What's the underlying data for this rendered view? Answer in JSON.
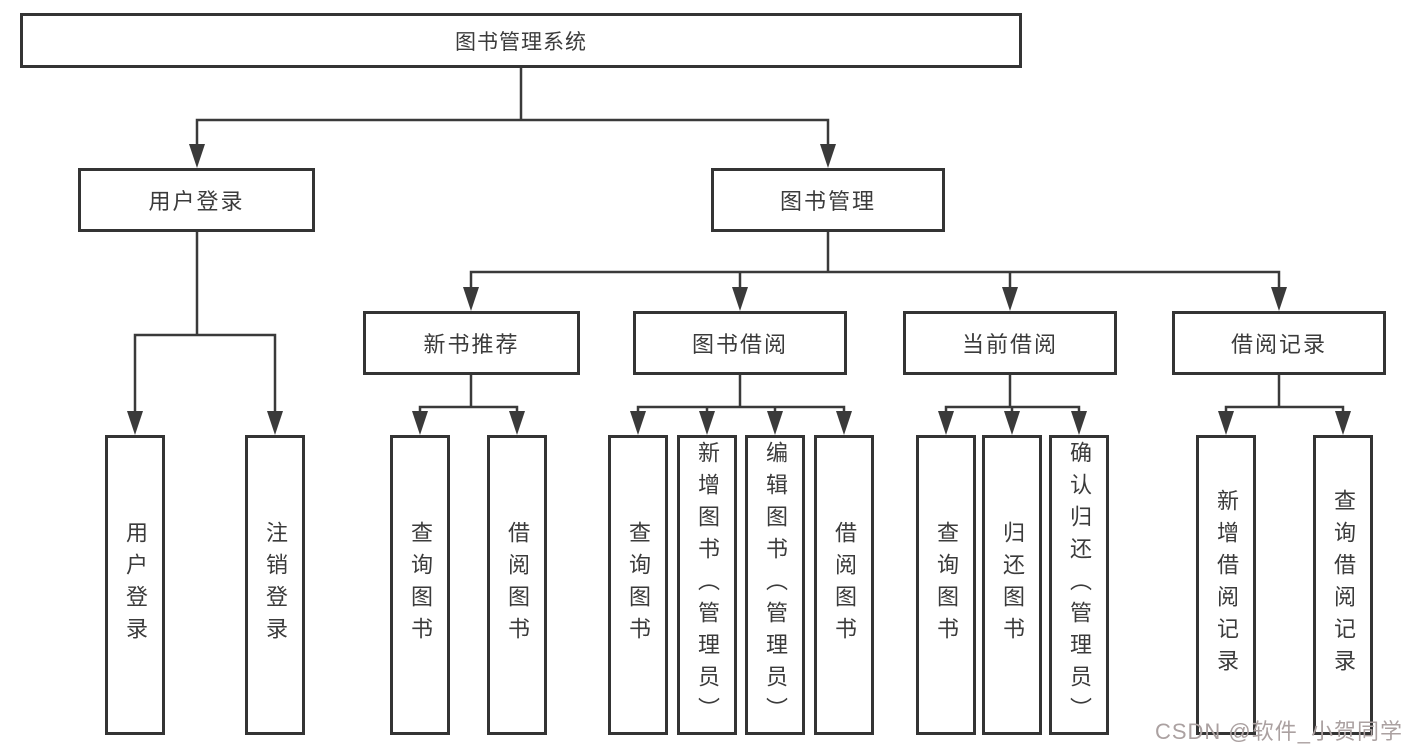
{
  "diagram": {
    "root": {
      "label": "图书管理系统"
    },
    "branches": [
      {
        "label": "用户登录",
        "children": [
          {
            "label": "用户登录"
          },
          {
            "label": "注销登录"
          }
        ]
      },
      {
        "label": "图书管理",
        "children": [
          {
            "label": "新书推荐",
            "children": [
              {
                "label": "查询图书"
              },
              {
                "label": "借阅图书"
              }
            ]
          },
          {
            "label": "图书借阅",
            "children": [
              {
                "label": "查询图书"
              },
              {
                "label": "新增图书（管理员）"
              },
              {
                "label": "编辑图书（管理员）"
              },
              {
                "label": "借阅图书"
              }
            ]
          },
          {
            "label": "当前借阅",
            "children": [
              {
                "label": "查询图书"
              },
              {
                "label": "归还图书"
              },
              {
                "label": "确认归还（管理员）"
              }
            ]
          },
          {
            "label": "借阅记录",
            "children": [
              {
                "label": "新增借阅记录"
              },
              {
                "label": "查询借阅记录"
              }
            ]
          }
        ]
      }
    ]
  },
  "watermark": {
    "text": "CSDN @软件_小贺同学",
    "color": "#aba1a1"
  },
  "colors": {
    "background": "#ffffff",
    "box_border": "#343434",
    "connector_line": "#3a3a3a",
    "text": "#3b3b3b"
  }
}
